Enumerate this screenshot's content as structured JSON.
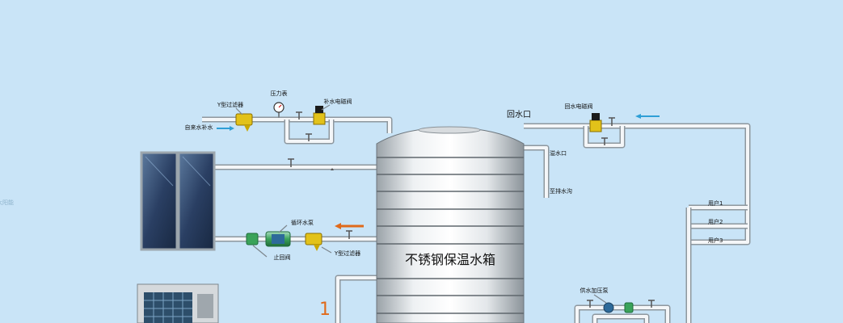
{
  "colors": {
    "background": "#c9e4f7",
    "pipe": "#8e979e",
    "flow_arrow_blue": "#2e9fd6",
    "flow_arrow_orange": "#e06a1b",
    "valve_green": "#3aa35a",
    "filter_yellow": "#e2c21a",
    "solenoid_black": "#1b1b1b"
  },
  "labels": {
    "y_filter_top": "Y型过滤器",
    "pressure_gauge": "压力表",
    "makeup_solenoid": "补水电磁阀",
    "tap_water_makeup": "自来水补水",
    "return_port": "回水口",
    "return_solenoid": "回水电磁阀",
    "overflow_port": "溢水口",
    "drain_ditch": "至排水沟",
    "user_1": "用户1",
    "user_2": "用户2",
    "user_3": "用户3",
    "circulation_pump": "循环水泵",
    "check_valve": "止回阀",
    "y_filter_bottom": "Y型过滤器",
    "tank": "不锈钢保温水箱",
    "supply_booster_pump": "供水加压泵",
    "step_number": "1",
    "faint_edge_text": "太阳能"
  },
  "icons": [
    "pressure-gauge-icon",
    "solenoid-valve-icon",
    "ball-valve-icon",
    "y-filter-icon",
    "pump-icon",
    "check-valve-icon",
    "flow-arrow-icon",
    "solar-collector-icon",
    "heat-pump-icon",
    "water-tank-icon"
  ]
}
